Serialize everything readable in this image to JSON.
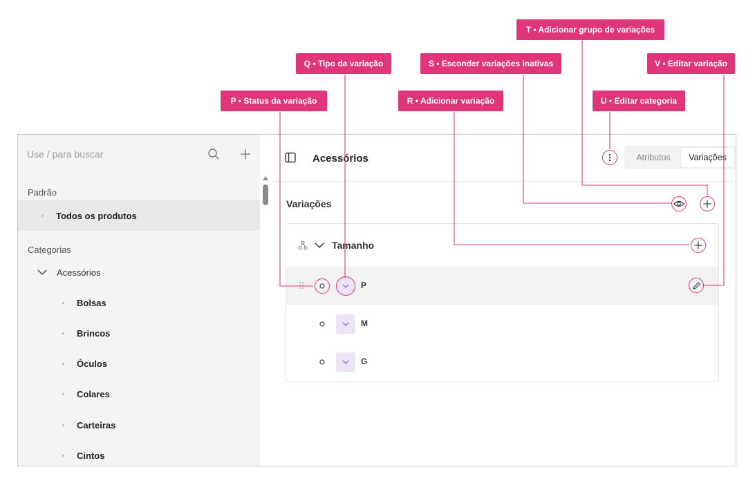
{
  "sidebar": {
    "search_placeholder": "Use / para buscar",
    "default_section": "Padrão",
    "default_items": [
      "Todos os produtos"
    ],
    "categories_section": "Categorias",
    "parent_category": "Acessórios",
    "child_categories": [
      "Bolsas",
      "Brincos",
      "Óculos",
      "Colares",
      "Carteiras",
      "Cintos"
    ]
  },
  "main": {
    "title": "Acessórios",
    "tabs": [
      {
        "label": "Atributos",
        "active": false
      },
      {
        "label": "Variações",
        "active": true
      }
    ],
    "section_title": "Variações",
    "variation_group": "Tamanho",
    "variations": [
      "P",
      "M",
      "G"
    ]
  },
  "annotations": {
    "P": "P • Status da variação",
    "Q": "Q • Tipo da variação",
    "R": "R • Adicionar variação",
    "S": "S • Esconder variações inativas",
    "T": "T • Adicionar grupo de variações",
    "U": "U • Editar categoria",
    "V": "V • Editar variação"
  },
  "colors": {
    "annotation": "#e0357a",
    "type_badge": "#ece4f6",
    "sidebar_bg": "#f4f4f4"
  }
}
